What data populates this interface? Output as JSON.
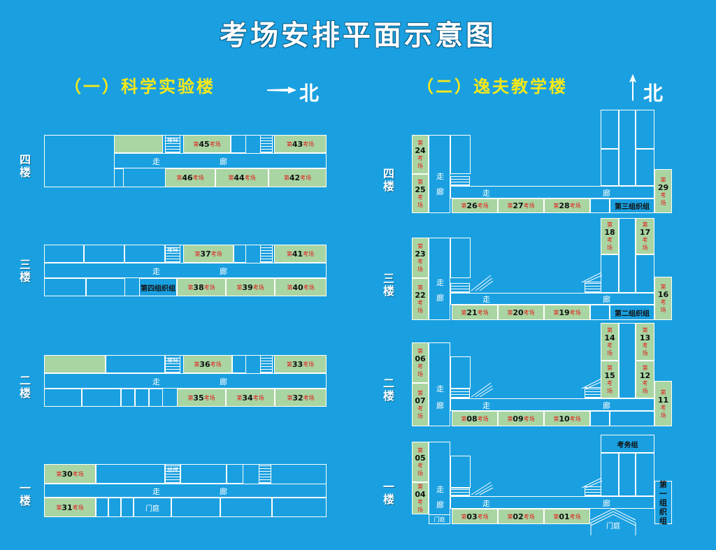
{
  "title": "考场安排平面示意图",
  "north": "北",
  "corridor": {
    "a": "走",
    "b": "廊"
  },
  "corridor_v": {
    "a": "走",
    "b": "廊"
  },
  "stair": "楼梯",
  "room_prefix": "第",
  "room_suffix": "考场",
  "suffix_chars": [
    "考",
    "场"
  ],
  "colors": {
    "background": "#1aa0e0",
    "room": "#a9d5a2",
    "title_text": "#ffffff",
    "section_text": "#f6e81a",
    "room_label": "#e21b1b"
  },
  "left": {
    "title": "（一）科学实验楼",
    "floors": [
      "四楼",
      "三楼",
      "二楼",
      "一楼"
    ],
    "f4": {
      "top": [
        "45",
        "43"
      ],
      "bottom": [
        "46",
        "44",
        "42"
      ]
    },
    "f3": {
      "top": [
        "37",
        "41"
      ],
      "bottom": [
        "38",
        "39",
        "40"
      ],
      "group_label": "第四组织组"
    },
    "f2": {
      "top": [
        "36",
        "33"
      ],
      "bottom": [
        "35",
        "34",
        "32"
      ]
    },
    "f1": {
      "top": [
        "30"
      ],
      "bottom": [
        "31"
      ],
      "gate": "门庭"
    }
  },
  "right": {
    "title": "（二）逸夫教学楼",
    "floors": [
      "四楼",
      "三楼",
      "二楼",
      "一楼"
    ],
    "f4": {
      "left": [
        "24",
        "25"
      ],
      "right": "29",
      "bottom": [
        "26",
        "27",
        "28"
      ],
      "group_label": "第三组织组"
    },
    "f3": {
      "left": [
        "23",
        "22"
      ],
      "wing": [
        "18",
        "17"
      ],
      "right": "16",
      "bottom": [
        "21",
        "20",
        "19"
      ],
      "group_label": "第二组织组"
    },
    "f2": {
      "left": [
        "06",
        "07"
      ],
      "wing": [
        "14",
        "13",
        "15",
        "12"
      ],
      "right": "11",
      "bottom": [
        "08",
        "09",
        "10"
      ]
    },
    "f1": {
      "left": [
        "05",
        "04"
      ],
      "bottom": [
        "03",
        "02",
        "01"
      ],
      "office": "考务组",
      "group_chars": [
        "第",
        "一",
        "组",
        "织",
        "组"
      ],
      "gate": "门庭",
      "small_gate": "门庭"
    }
  }
}
